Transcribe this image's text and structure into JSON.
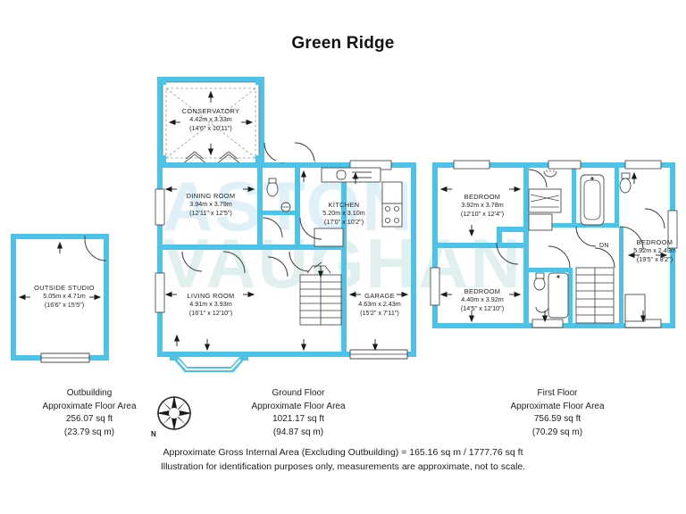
{
  "title": "Green Ridge",
  "watermark": {
    "line1": "ASTON",
    "line2": "VAUGHAN"
  },
  "compass": {
    "label": "N",
    "name": "compass-rose"
  },
  "rooms": [
    {
      "id": "conservatory",
      "name": "CONSERVATORY",
      "metric": "4.42m x 3.33m",
      "imperial": "(14'6\" x 10'11\")"
    },
    {
      "id": "dining-room",
      "name": "DINING ROOM",
      "metric": "3.94m x 3.79m",
      "imperial": "(12'11\" x 12'5\")"
    },
    {
      "id": "kitchen",
      "name": "KITCHEN",
      "metric": "5.20m x 3.10m",
      "imperial": "(17'0\" x 10'2\")"
    },
    {
      "id": "living-room",
      "name": "LIVING ROOM",
      "metric": "4.91m x 3.93m",
      "imperial": "(16'1\" x 12'10\")"
    },
    {
      "id": "garage",
      "name": "GARAGE",
      "metric": "4.63m x 2.43m",
      "imperial": "(15'2\" x 7'11\")"
    },
    {
      "id": "outside-studio",
      "name": "OUTSIDE STUDIO",
      "metric": "5.05m x 4.71m",
      "imperial": "(16'6\" x 15'5\")"
    },
    {
      "id": "bedroom-1",
      "name": "BEDROOM",
      "metric": "3.92m x 3.78m",
      "imperial": "(12'10\" x 12'4\")"
    },
    {
      "id": "bedroom-2",
      "name": "BEDROOM",
      "metric": "4.40m x 3.92m",
      "imperial": "(14'5\" x 12'10\")"
    },
    {
      "id": "bedroom-3",
      "name": "BEDROOM",
      "metric": "5.92m x 2.49m",
      "imperial": "(19'5\" x 8'2\")"
    }
  ],
  "stair_labels": {
    "down": "DN"
  },
  "areas": [
    {
      "id": "outbuilding",
      "floor": "Outbuilding",
      "caption": "Approximate Floor Area",
      "sqft": "256.07 sq ft",
      "sqm": "(23.79 sq m)"
    },
    {
      "id": "ground-floor",
      "floor": "Ground Floor",
      "caption": "Approximate Floor Area",
      "sqft": "1021.17 sq ft",
      "sqm": "(94.87 sq m)"
    },
    {
      "id": "first-floor",
      "floor": "First Floor",
      "caption": "Approximate Floor Area",
      "sqft": "756.59 sq ft",
      "sqm": "(70.29 sq m)"
    }
  ],
  "footer": {
    "line1": "Approximate Gross Internal Area (Excluding Outbuilding) = 165.16 sq m / 1777.76 sq ft",
    "line2": "Illustration for identification purposes only, measurements are approximate, not to scale."
  },
  "colors": {
    "wall": "#4dc3e8",
    "wall_dark": "#2ba8d4",
    "outline": "#1b1b1b",
    "text": "#1d1d1d",
    "background": "#ffffff",
    "watermark_blue": "#dff0f8",
    "watermark_teal": "#dff0ef"
  }
}
